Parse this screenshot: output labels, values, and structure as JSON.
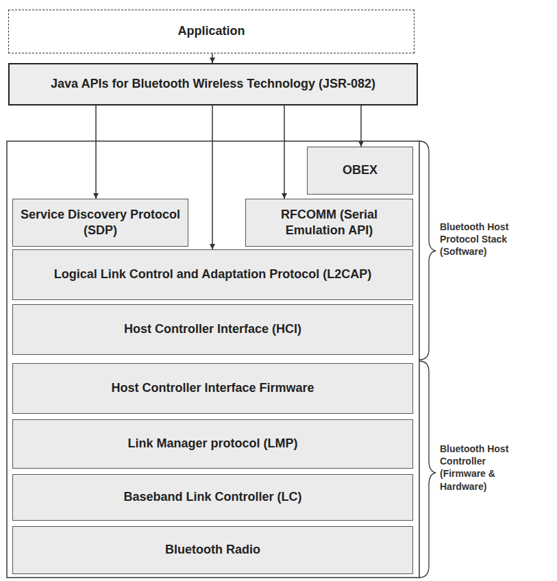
{
  "diagram": {
    "nodes": [
      {
        "text": [
          "Application"
        ]
      },
      {
        "text": [
          "Java APIs for Bluetooth Wireless Technology (JSR-082)"
        ]
      },
      {
        "text": [
          "OBEX"
        ]
      },
      {
        "text": [
          "Service Discovery Protocol (SDP)"
        ]
      },
      {
        "text": [
          "RFCOMM (Serial Emulation API)"
        ]
      },
      {
        "text": [
          "Logical Link Control and Adaptation Protocol (L2CAP)"
        ]
      },
      {
        "text": [
          "Host Controller Interface (HCI)"
        ]
      },
      {
        "text": [
          "Host Controller Interface Firmware"
        ]
      },
      {
        "text": [
          "Link Manager protocol (LMP)"
        ]
      },
      {
        "text": [
          "Baseband Link Controller (LC)"
        ]
      },
      {
        "text": [
          "Bluetooth Radio"
        ]
      }
    ],
    "edges": [
      {
        "from": 0,
        "to": 1,
        "arrow": "to"
      },
      {
        "from": 1,
        "to": 3,
        "arrow": "to"
      },
      {
        "from": 1,
        "to": 5,
        "arrow": "to"
      },
      {
        "from": 1,
        "to": 4,
        "arrow": "to"
      },
      {
        "from": 1,
        "to": 2,
        "arrow": "to"
      }
    ],
    "labels": [
      "Bluetooth Host Protocol Stack (Software)",
      "Bluetooth Host Controller (Firmware & Hardware)"
    ]
  }
}
